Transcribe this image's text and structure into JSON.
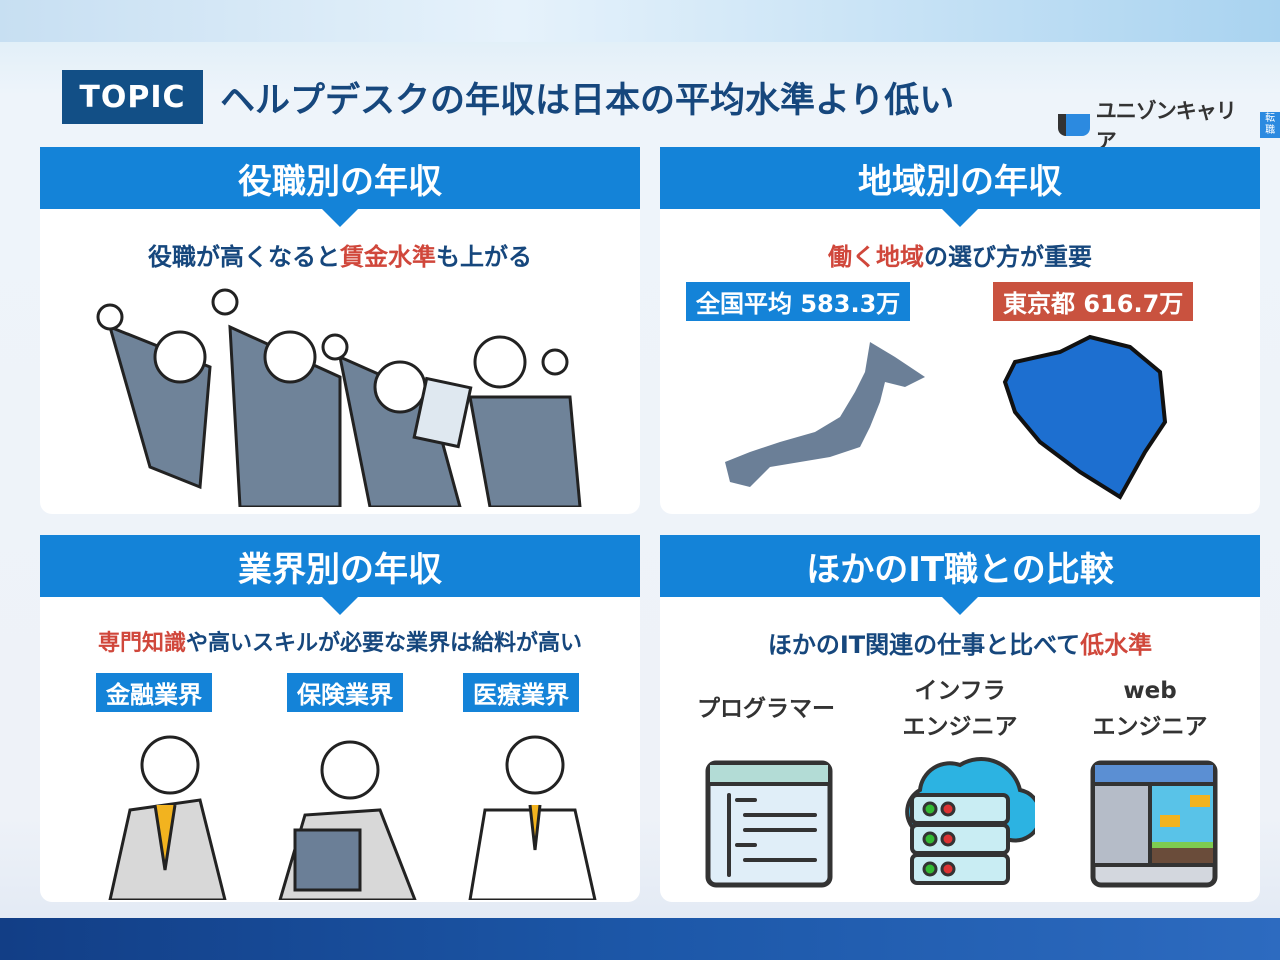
{
  "header": {
    "topic_label": "TOPIC",
    "title": "ヘルプデスクの年収は日本の平均水準より低い",
    "logo_text": "ユニゾンキャリア",
    "logo_badge": "転職"
  },
  "panels": {
    "position": {
      "title": "役職別の年収",
      "sub_before": "役職が高くなると",
      "sub_highlight": "賃金水準",
      "sub_after": "も上がる"
    },
    "region": {
      "title": "地域別の年収",
      "sub_highlight": "働く地域",
      "sub_after": "の選び方が重要",
      "national_label": "全国平均 583.3万",
      "tokyo_label": "東京都 616.7万",
      "colors": {
        "national": "#1483d8",
        "tokyo": "#c9523f"
      }
    },
    "industry": {
      "title": "業界別の年収",
      "sub_highlight": "専門知識",
      "sub_after": "や高いスキルが必要な業界は給料が高い",
      "tags": [
        "金融業界",
        "保険業界",
        "医療業界"
      ]
    },
    "it": {
      "title": "ほかのIT職との比較",
      "sub_before": "ほかのIT関連の仕事と比べて",
      "sub_highlight": "低水準",
      "jobs": [
        {
          "line1": "プログラマー",
          "line2": ""
        },
        {
          "line1": "インフラ",
          "line2": "エンジニア"
        },
        {
          "line1": "web",
          "line2": "エンジニア"
        }
      ]
    }
  }
}
